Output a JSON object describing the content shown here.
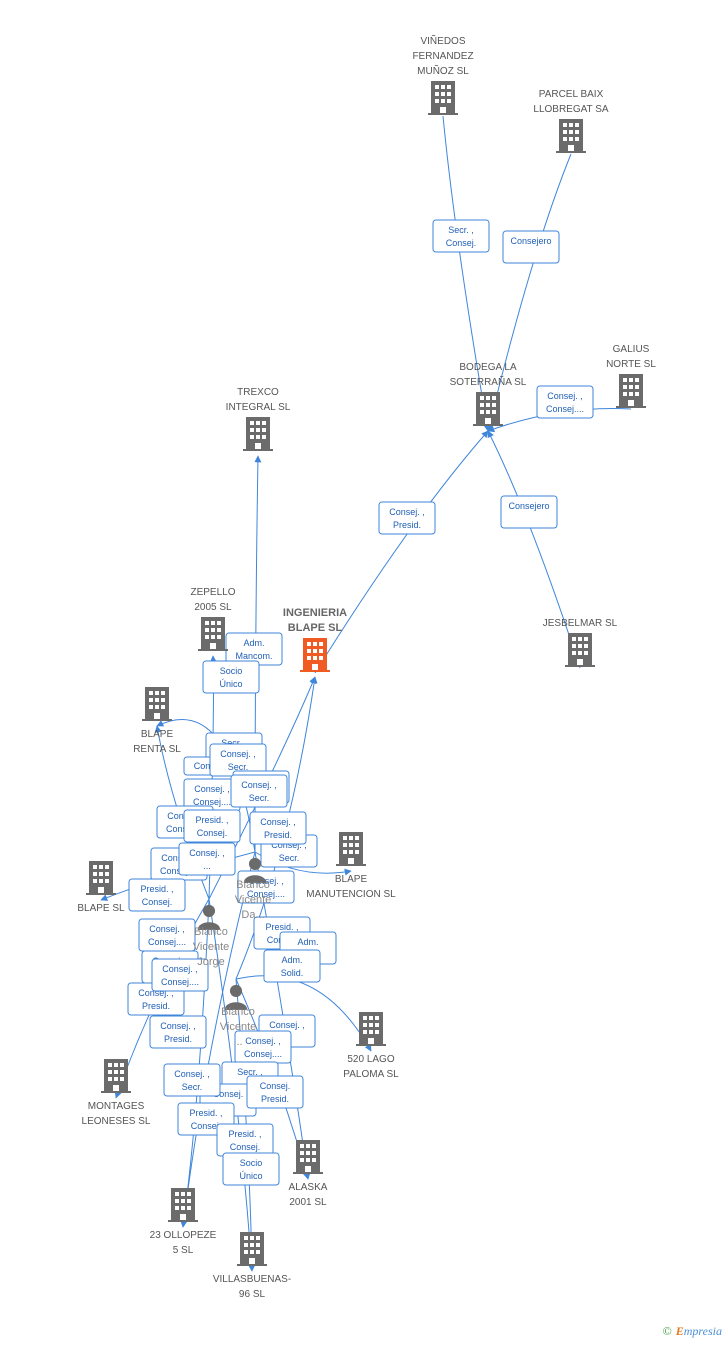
{
  "colors": {
    "building": "#6b6b6b",
    "focus": "#f05a23",
    "edge": "#3f86db",
    "person": "#6b6b6b"
  },
  "nodes": [
    {
      "id": "vinedos",
      "type": "company",
      "lines": [
        "VIÑEDOS",
        "FERNANDEZ",
        "MUÑOZ  SL"
      ]
    },
    {
      "id": "parcel",
      "type": "company",
      "lines": [
        "PARCEL BAIX",
        "LLOBREGAT SA"
      ]
    },
    {
      "id": "galius",
      "type": "company",
      "lines": [
        "GALIUS",
        "NORTE SL"
      ]
    },
    {
      "id": "bodega",
      "type": "company",
      "lines": [
        "BODEGA LA",
        "SOTERRAÑA SL"
      ]
    },
    {
      "id": "trexco",
      "type": "company",
      "lines": [
        "TREXCO",
        "INTEGRAL SL"
      ]
    },
    {
      "id": "zepello",
      "type": "company",
      "lines": [
        "ZEPELLO",
        "2005 SL"
      ]
    },
    {
      "id": "ingenieria",
      "type": "focus",
      "lines": [
        "INGENIERIA",
        "BLAPE SL"
      ]
    },
    {
      "id": "jesbelmar",
      "type": "company",
      "lines": [
        "JESBELMAR  SL"
      ]
    },
    {
      "id": "blaperenta",
      "type": "company",
      "lines": [
        "BLAPE",
        "RENTA SL"
      ]
    },
    {
      "id": "blapesl",
      "type": "company",
      "lines": [
        "BLAPE SL"
      ]
    },
    {
      "id": "blapemant",
      "type": "company",
      "lines": [
        "BLAPE",
        "MANUTENCION SL"
      ]
    },
    {
      "id": "lago",
      "type": "company",
      "lines": [
        "520 LAGO",
        "PALOMA SL"
      ]
    },
    {
      "id": "montages",
      "type": "company",
      "lines": [
        "MONTAGES",
        "LEONESES SL"
      ]
    },
    {
      "id": "alaska",
      "type": "company",
      "lines": [
        "ALASKA",
        "2001 SL"
      ]
    },
    {
      "id": "ollopeze",
      "type": "company",
      "lines": [
        "23 OLLOPEZE",
        "5 SL"
      ]
    },
    {
      "id": "villasbuenas",
      "type": "company",
      "lines": [
        "VILLASBUENAS-",
        "96 SL"
      ]
    },
    {
      "id": "p1",
      "type": "person",
      "lines": [
        "Blanco",
        "Vicente",
        "Da..."
      ]
    },
    {
      "id": "p2",
      "type": "person",
      "lines": [
        "Blanco",
        "Vicente",
        "Jorge"
      ]
    },
    {
      "id": "p3",
      "type": "person",
      "lines": [
        "Blanco",
        "Vicente",
        "..."
      ]
    }
  ],
  "roles": [
    [
      "Secr. ,",
      "Consej."
    ],
    [
      "Consejero"
    ],
    [
      "Consej. ,",
      "Consej...."
    ],
    [
      "Consej. ,",
      "Presid."
    ],
    [
      "Consejero"
    ],
    [
      "Adm.",
      "Mancom."
    ],
    [
      "Socio",
      "Único"
    ],
    [
      "Secr. ,",
      "Consej."
    ],
    [
      "Consej.",
      ""
    ],
    [
      "Consej. ,",
      "Consej...."
    ],
    [
      "Consej. ,",
      "Secr."
    ],
    [
      "Consej. ,",
      "Consej...."
    ],
    [
      "Consej. ,",
      "Consej...."
    ],
    [
      "Consej. ,",
      "Secr."
    ],
    [
      "Presid. ,",
      "Consej."
    ],
    [
      "Consej. ,",
      "Consej...."
    ],
    [
      "Consej. ,",
      "Secr."
    ],
    [
      "Consej. ,",
      "Presid."
    ],
    [
      "Consej. ,",
      "Consej...."
    ],
    [
      "Presid. ,",
      "Consej."
    ],
    [
      "Consej. ,",
      "..."
    ],
    [
      "Secr. ,",
      "Consej."
    ],
    [
      "Consej. ,",
      "Presid."
    ],
    [
      "Consej. ,",
      "Consej...."
    ],
    [
      "Consej. ,",
      "Secr."
    ],
    [
      "Presid. ,",
      "Consej."
    ],
    [
      "Adm.",
      "Solid."
    ],
    [
      "Adm.",
      "Solid."
    ],
    [
      "Consej. ,",
      "..."
    ],
    [
      "Consej. ,",
      "Consej...."
    ],
    [
      "Secr. ,",
      "..."
    ],
    [
      "Consej. ,",
      "Presid."
    ],
    [
      "Consej.",
      "..."
    ],
    [
      "Presid. ,",
      "Consej."
    ],
    [
      "Presid. ,",
      "Consej."
    ],
    [
      "Socio",
      "Único"
    ],
    [
      "Consej.",
      "Presid."
    ],
    [
      "Consej. ,",
      "Secr."
    ]
  ],
  "footer": {
    "copyright": "©",
    "brand_e": "E",
    "brand_rest": "mpresia"
  }
}
